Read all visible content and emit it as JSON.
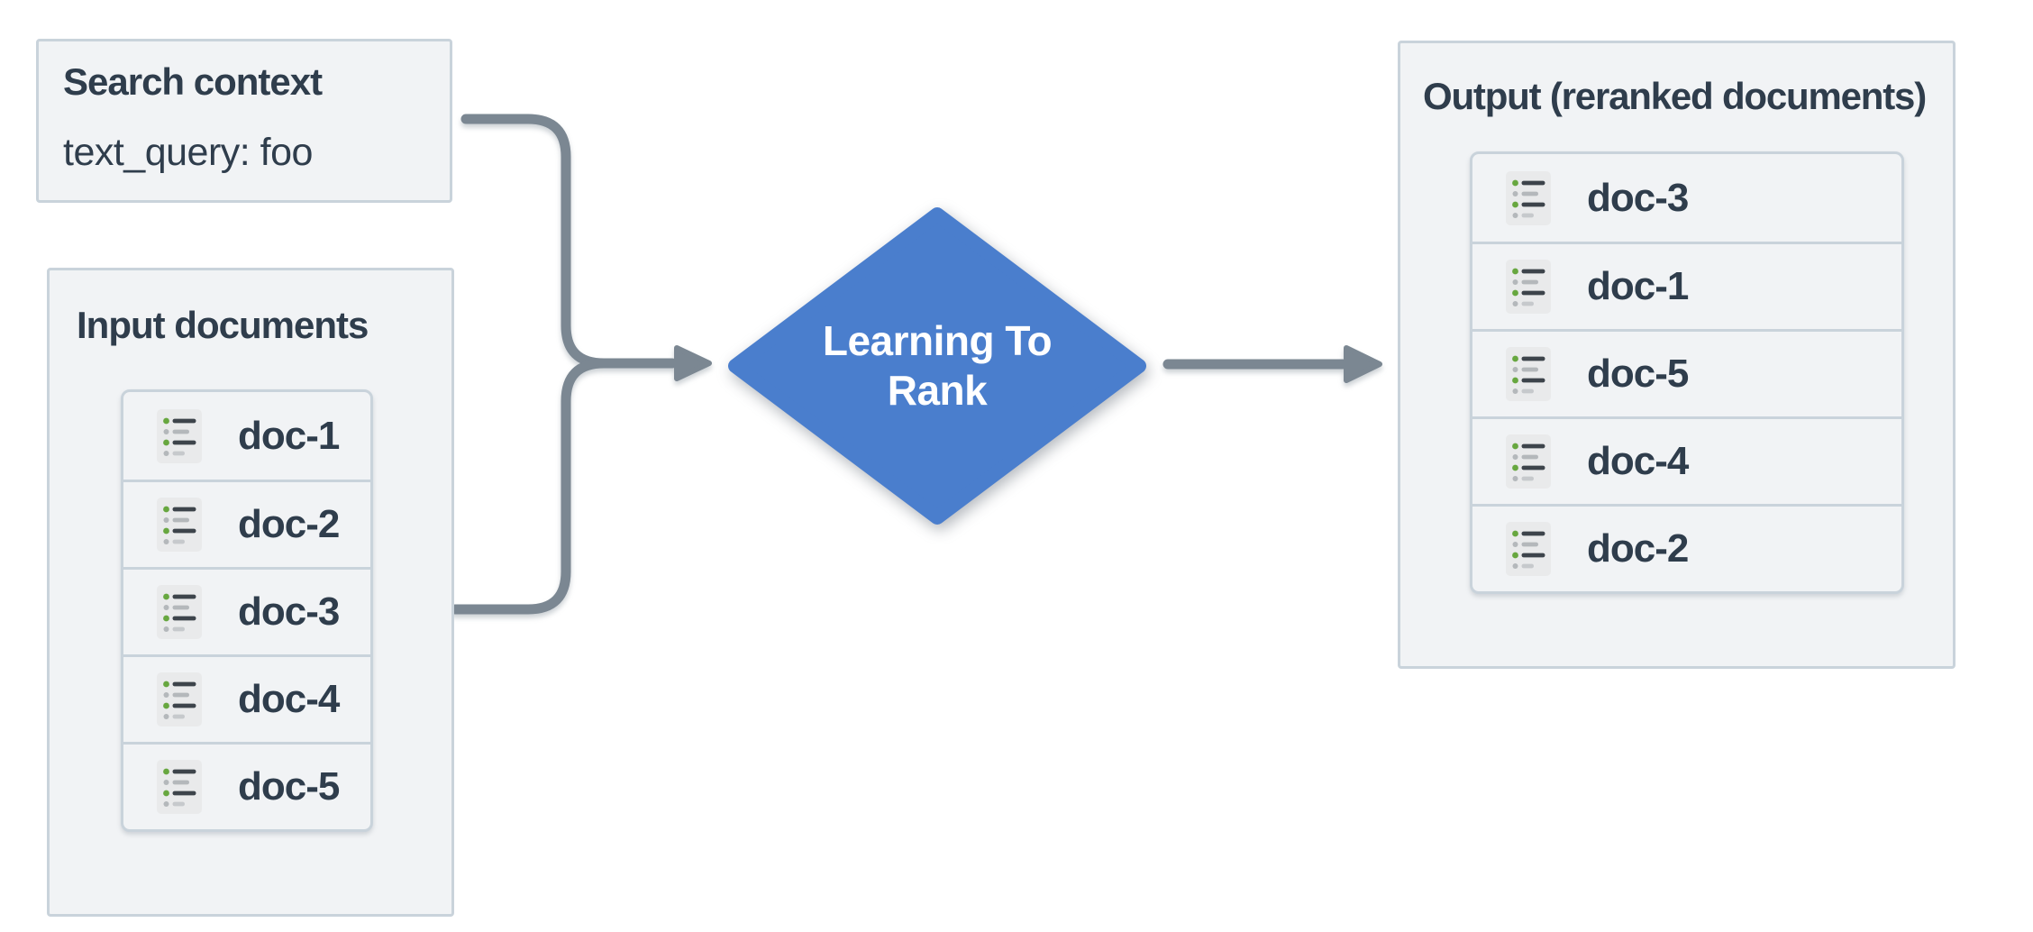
{
  "sections": {
    "search_context": {
      "title": "Search context",
      "value": "text_query: foo"
    },
    "input_documents": {
      "title": "Input documents",
      "items": [
        "doc-1",
        "doc-2",
        "doc-3",
        "doc-4",
        "doc-5"
      ]
    },
    "diamond": {
      "label_line1": "Learning To",
      "label_line2": "Rank"
    },
    "output_documents": {
      "title": "Output (reranked documents)",
      "items": [
        "doc-3",
        "doc-1",
        "doc-5",
        "doc-4",
        "doc-2"
      ]
    }
  },
  "icons": {
    "doc_icon": "list-document-icon",
    "merge_arrow": "merge-arrow-icon",
    "output_arrow": "right-arrow-icon"
  },
  "colors": {
    "canvas_bg": "#ffffff",
    "box_fill": "#f1f3f5",
    "box_border": "#c9d3db",
    "text_dark": "#2f3d4c",
    "diamond_fill": "#4a7ecd",
    "diamond_text": "#ffffff",
    "connector": "#7b8792",
    "icon_bg": "#e9eaeb",
    "icon_green": "#67a73f",
    "icon_dark": "#3d444b",
    "icon_gray": "#b4b8bb",
    "icon_gray_light": "#c6c9cc"
  }
}
